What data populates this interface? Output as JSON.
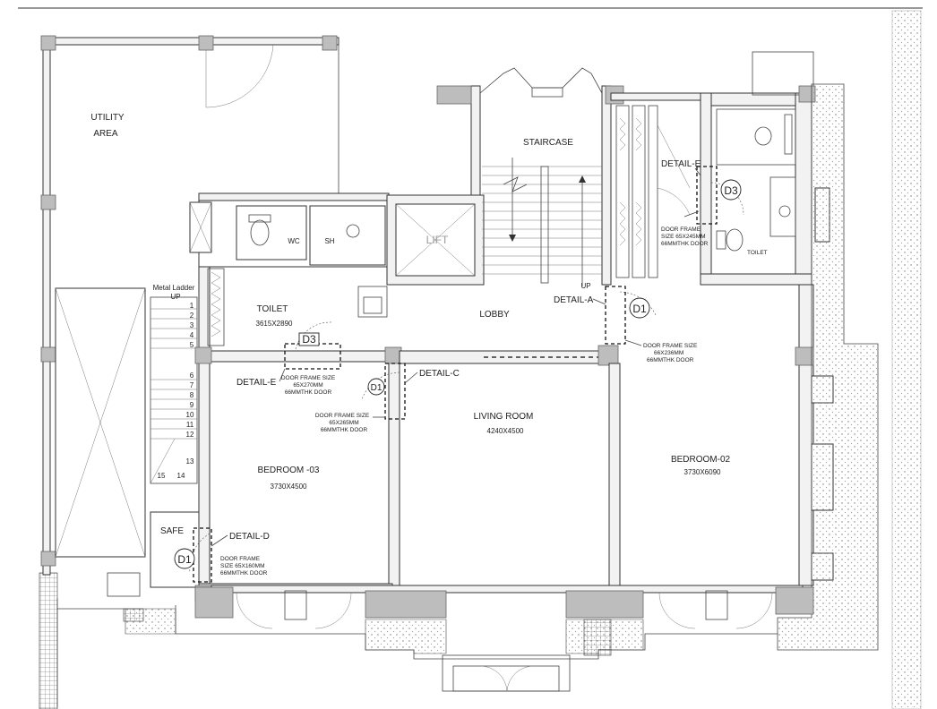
{
  "rooms": {
    "utility": [
      "UTILITY",
      "AREA"
    ],
    "staircase": "STAIRCASE",
    "lift": "LIFT",
    "lobby": "LOBBY",
    "toilet_left": {
      "name": "TOILET",
      "size": "3615X2890"
    },
    "wc": "WC",
    "sh": "SH",
    "living_room": {
      "name": "LIVING ROOM",
      "size": "4240X4500"
    },
    "bedroom_03": {
      "name": "BEDROOM -03",
      "size": "3730X4500"
    },
    "bedroom_02": {
      "name": "BEDROOM-02",
      "size": "3730X6090"
    },
    "toilet_right": "TOILET",
    "safe": "SAFE"
  },
  "ladder": {
    "title": "Metal Ladder",
    "up": "UP",
    "steps": [
      "1",
      "2",
      "3",
      "4",
      "5",
      "6",
      "7",
      "8",
      "9",
      "10",
      "11",
      "12",
      "13",
      "14",
      "15"
    ]
  },
  "stair_up": "UP",
  "details": {
    "a": "DETAIL-A",
    "c": "DETAIL-C",
    "d": "DETAIL-D",
    "e_left": "DETAIL-E",
    "e_right": "DETAIL-E"
  },
  "door_tags": {
    "d1": "D1",
    "d3": "D3"
  },
  "notes": {
    "frame_d3_left": [
      "DOOR FRAME SIZE",
      "65X270MM",
      "66MMTHK DOOR"
    ],
    "frame_c": [
      "DOOR FRAME SIZE",
      "65X265MM",
      "66MMTHK DOOR"
    ],
    "frame_a": [
      "DOOR FRAME SIZE",
      "66X236MM",
      "66MMTHK DOOR"
    ],
    "frame_d": [
      "DOOR FRAME",
      "SIZE 65X160MM",
      "66MMTHK DOOR"
    ],
    "frame_e_right": [
      "DOOR FRAME",
      "SIZE 65X245MM",
      "66MMTHK DOOR"
    ]
  }
}
